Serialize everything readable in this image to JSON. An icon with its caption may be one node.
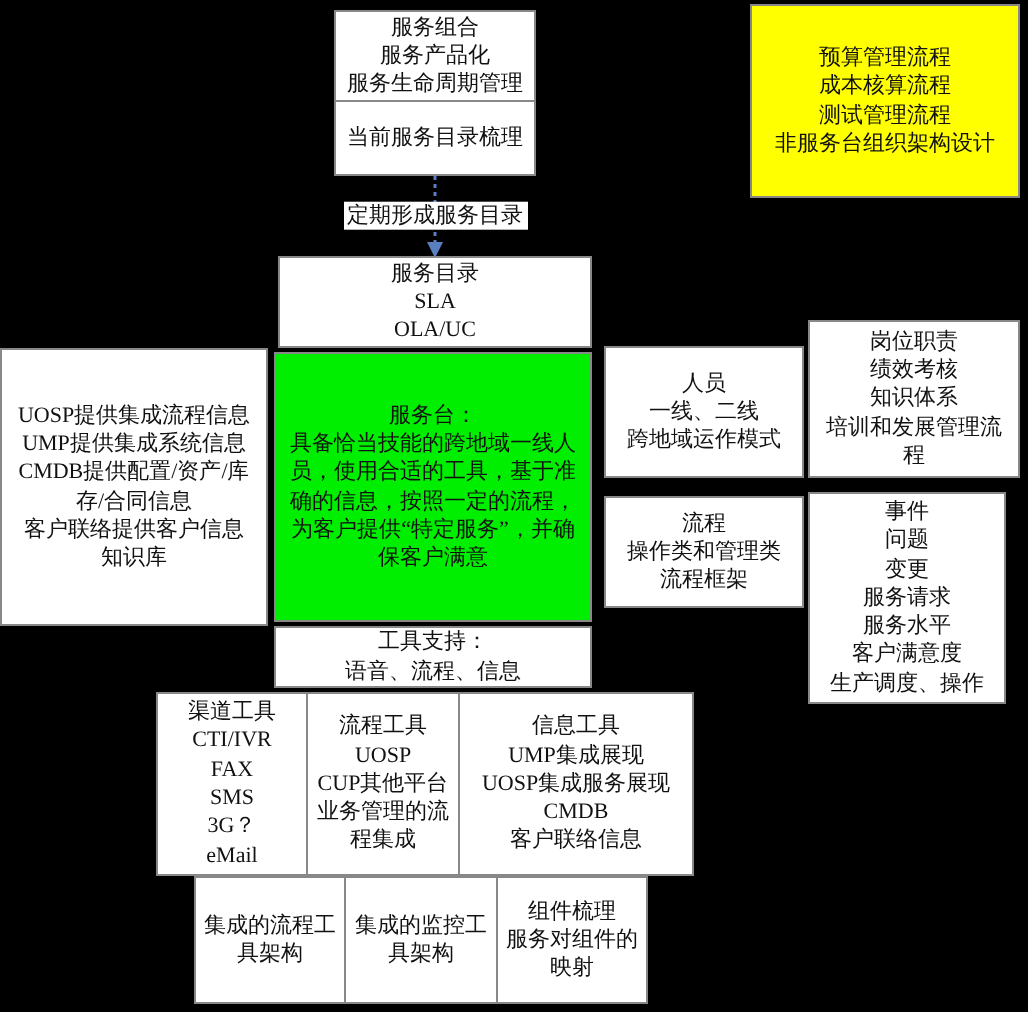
{
  "diagram": {
    "nodes": [
      {
        "text": [
          "服务组合",
          "服务产品化",
          "服务生命周期管理"
        ]
      },
      {
        "text": [
          "当前服务目录梳理"
        ]
      },
      {
        "text": [
          "服务目录",
          "SLA",
          "OLA/UC"
        ]
      },
      {
        "text": [
          "预算管理流程",
          "成本核算流程",
          "测试管理流程",
          "非服务台组织架构设计"
        ]
      },
      {
        "text": [
          "UOSP提供集成流程信息",
          "UMP提供集成系统信息",
          "CMDB提供配置/资产/库存/合同信息",
          "客户联络提供客户信息",
          "知识库"
        ]
      },
      {
        "text": [
          "服务台：",
          "具备恰当技能的跨地域一线人员，使用合适的工具，基于准确的信息，按照一定的流程，为客户提供“特定服务”，并确保客户满意"
        ]
      },
      {
        "text": [
          "人员",
          "一线、二线",
          "跨地域运作模式"
        ]
      },
      {
        "text": [
          "岗位职责",
          "绩效考核",
          "知识体系",
          "培训和发展管理流程"
        ]
      },
      {
        "text": [
          "流程",
          "操作类和管理类",
          "流程框架"
        ]
      },
      {
        "text": [
          "事件",
          "问题",
          "变更",
          "服务请求",
          "服务水平",
          "客户满意度",
          "生产调度、操作"
        ]
      },
      {
        "text": [
          "工具支持：",
          "语音、流程、信息"
        ]
      },
      {
        "text": [
          "渠道工具",
          "CTI/IVR",
          "FAX",
          "SMS",
          "3G？",
          "eMail"
        ]
      },
      {
        "text": [
          "流程工具",
          "UOSP",
          "CUP其他平台",
          "业务管理的流程集成"
        ]
      },
      {
        "text": [
          "信息工具",
          "UMP集成展现",
          "UOSP集成服务展现",
          "CMDB",
          "客户联络信息"
        ]
      },
      {
        "text": [
          "集成的流程工具架构"
        ]
      },
      {
        "text": [
          "集成的监控工具架构"
        ]
      },
      {
        "text": [
          "组件梳理",
          "服务对组件的映射"
        ]
      }
    ],
    "edges": [
      {
        "from": 1,
        "to": 2,
        "arrow": "to",
        "label": "定期形成服务目录",
        "style": "dashed"
      }
    ]
  }
}
